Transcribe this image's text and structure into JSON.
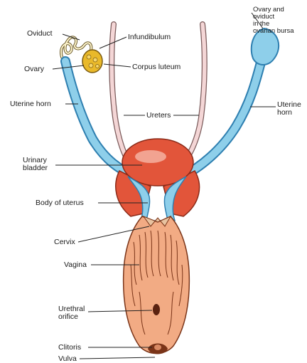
{
  "labels": {
    "oviduct": "Oviduct",
    "infundibulum": "Infundibulum",
    "ovary_bursa_1": "Ovary and",
    "ovary_bursa_2": "oviduct",
    "ovary_bursa_3": "in the",
    "ovary_bursa_4": "ovarian bursa",
    "ovary": "Ovary",
    "corpus_luteum": "Corpus luteum",
    "uterine_horn_left": "Uterine horn",
    "ureters": "Ureters",
    "uterine_horn_right_1": "Uterine",
    "uterine_horn_right_2": "horn",
    "urinary_bladder_1": "Urinary",
    "urinary_bladder_2": "bladder",
    "body_of_uterus": "Body of uterus",
    "cervix": "Cervix",
    "vagina": "Vagina",
    "urethral_orifice_1": "Urethral",
    "urethral_orifice_2": "orifice",
    "clitoris": "Clitoris",
    "vulva": "Vulva"
  },
  "colors": {
    "uterus_blue": "#8ecfea",
    "uterus_outline": "#2e7fb0",
    "bladder_red": "#e2553a",
    "vagina_flesh": "#f2ab84",
    "vagina_fold": "#7a3418",
    "ureter_pink": "#f4d6d6",
    "ovary_yellow": "#e9b92a"
  }
}
